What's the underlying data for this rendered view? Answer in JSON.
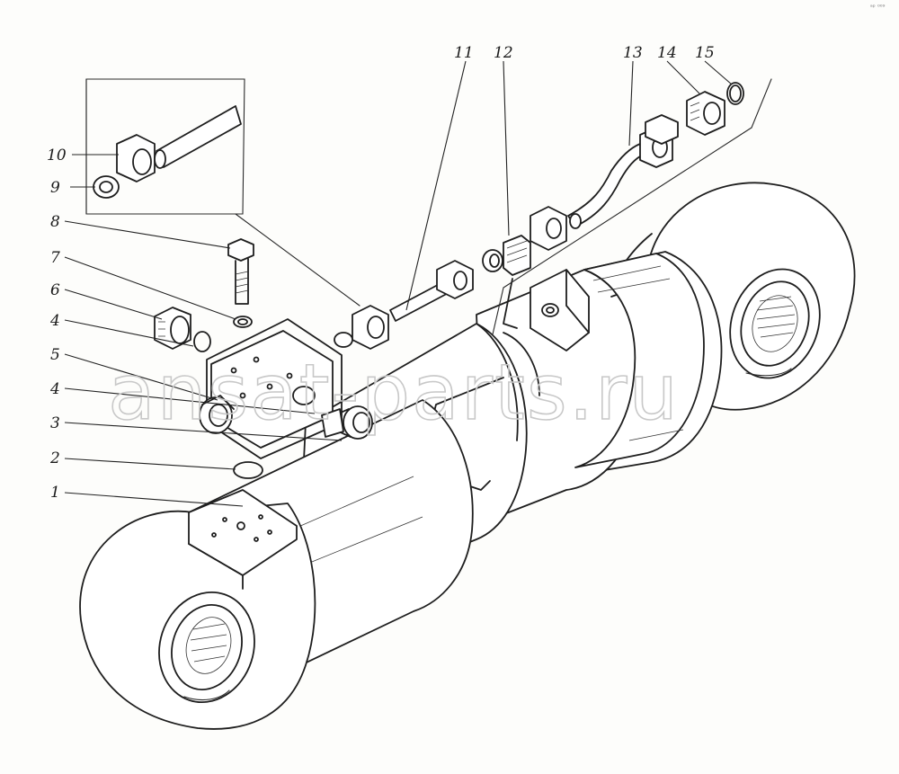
{
  "corner_mark": "ᵃᵖ ⁰⁰⁹",
  "watermark": "ansat-parts.ru",
  "callouts": [
    {
      "id": "1",
      "label": "1"
    },
    {
      "id": "2",
      "label": "2"
    },
    {
      "id": "3",
      "label": "3"
    },
    {
      "id": "4a",
      "label": "4"
    },
    {
      "id": "5",
      "label": "5"
    },
    {
      "id": "4b",
      "label": "4"
    },
    {
      "id": "6",
      "label": "6"
    },
    {
      "id": "7",
      "label": "7"
    },
    {
      "id": "8",
      "label": "8"
    },
    {
      "id": "9",
      "label": "9"
    },
    {
      "id": "10",
      "label": "10"
    },
    {
      "id": "11",
      "label": "11"
    },
    {
      "id": "12",
      "label": "12"
    },
    {
      "id": "13",
      "label": "13"
    },
    {
      "id": "14",
      "label": "14"
    },
    {
      "id": "15",
      "label": "15"
    }
  ]
}
